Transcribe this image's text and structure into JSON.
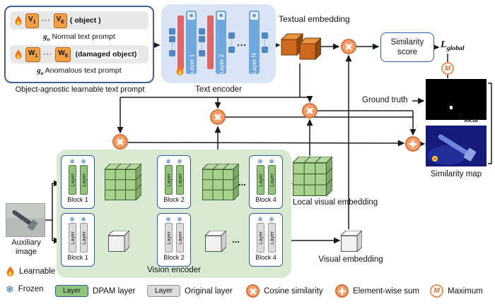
{
  "prompt_box": {
    "caption": "Object-agnostic learnable text prompt",
    "normal": {
      "tok1_base": "V",
      "tok1_sub": "1",
      "dots": "···",
      "tok2_base": "V",
      "tok2_sub": "E",
      "context": "( object )",
      "g_base": "g",
      "g_sub": "n",
      "label": "Normal text prompt"
    },
    "anomalous": {
      "tok1_base": "W",
      "tok1_sub": "1",
      "dots": "···",
      "tok2_base": "W",
      "tok2_sub": "E",
      "context": "(damaged object)",
      "g_base": "g",
      "g_sub": "a",
      "label": "Anomalous text prompt"
    }
  },
  "text_encoder": {
    "label": "Text encoder",
    "layers": [
      "Layer 1",
      "Layer 2",
      "Layer N"
    ],
    "dots": "..."
  },
  "embeddings": {
    "textual": "Textual embedding",
    "local_visual": "Local visual embedding",
    "visual": "Visual embedding"
  },
  "outputs": {
    "similarity_score": "Similarity score",
    "ground_truth": "Ground truth",
    "similarity_map": "Similarity map",
    "loss_global_base": "L",
    "loss_global_sub": "global",
    "loss_local_base": "L",
    "loss_local_sub": "local",
    "max_symbol": "M"
  },
  "vision_encoder": {
    "label": "Vision encoder",
    "layer": "Layer",
    "blocks": [
      "Block 1",
      "Block 2",
      "Block 4"
    ],
    "dots": "..."
  },
  "auxiliary_image_label": "Auxiliary image",
  "icons": {
    "snowflake": "❄",
    "vdots": "⋮"
  },
  "legend": {
    "learnable": "Learnable",
    "frozen": "Frozen",
    "layer_chip": "Layer",
    "dpam": "DPAM layer",
    "original": "Original layer",
    "cosine": "Cosine similarity",
    "sum": "Element-wise sum",
    "maximum": "Maximum"
  },
  "colors": {
    "text_encoder_bg": "#d9e5f6",
    "vision_encoder_bg": "#d9ead3",
    "dpam_layer": "#93c47d",
    "original_layer": "#dcdcdc",
    "op_circle": "#f2a067",
    "op_border": "#d9703c",
    "token_orange": "#f2a044",
    "embedding_cube": "#cd6a1f",
    "frozen_blue": "#2f6fb5",
    "prompt_red": "#e06666",
    "layer_bar_blue": "#6fa8dc"
  }
}
